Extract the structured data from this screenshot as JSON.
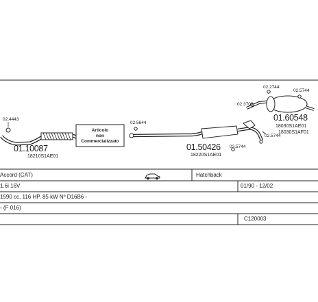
{
  "parts": {
    "front_pipe": {
      "number": "01.10087",
      "oem": "18210S1AE01",
      "clamp": "02.4443"
    },
    "note": {
      "line1": "Articolo",
      "line2": "non",
      "line3": "Commercializzato"
    },
    "middle_pipe": {
      "number": "01.50426",
      "oem": "18220S1AE01",
      "ref_top": "02.5644",
      "ref_bottom": "02.5744"
    },
    "rear_silencer": {
      "number": "01.60548",
      "oem1": "18030S1AE01",
      "oem2": "18030S1AF01",
      "ref_hanger_a": "02.2744",
      "ref_hanger_b": "02.5744",
      "ref_clamp": "02.3709",
      "ref_bracket": "02.5744"
    }
  },
  "info": {
    "model": "Accord (CAT)",
    "body_type": "Hatchback",
    "car_icon": "car-icon",
    "engine": "1.6i 16V",
    "period": "01/90 - 12/02",
    "specs": "1590 cc, 116 HP, 85 kW Nº D16B6 -",
    "extra": "- (F 016)",
    "code": "C120003"
  }
}
